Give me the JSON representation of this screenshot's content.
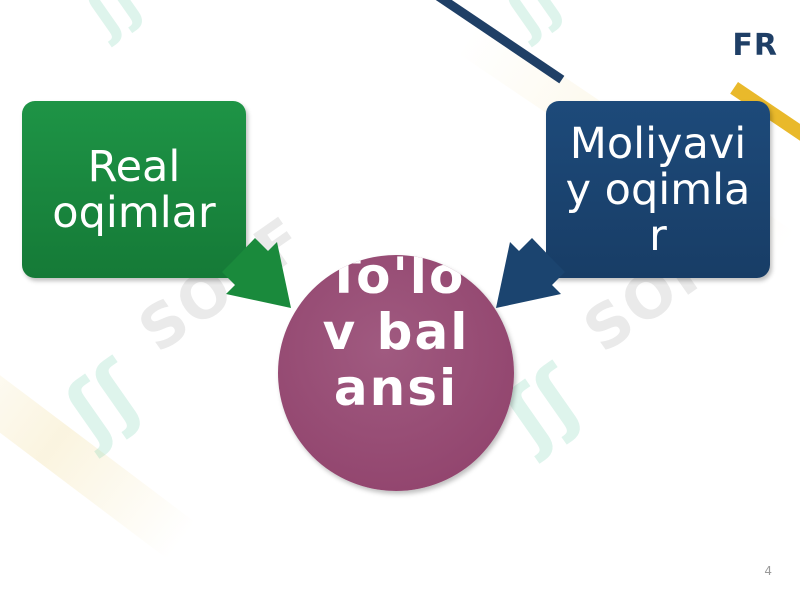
{
  "logo": {
    "text": "FR"
  },
  "diagram": {
    "left_box": {
      "label": "Real oqimlar",
      "color": "#188a41"
    },
    "right_box": {
      "label": "Moliyaviy oqimlar",
      "color": "#1b446f"
    },
    "center_circle": {
      "label": "To'lov balansi",
      "color": "#954b74"
    },
    "arrows": [
      {
        "from": "left_box",
        "to": "center_circle",
        "color": "#1a8a3c"
      },
      {
        "from": "right_box",
        "to": "center_circle",
        "color": "#1b446f"
      }
    ]
  },
  "watermark": {
    "text": "SOFF",
    "mark": "ʃʃ"
  },
  "footer": {
    "page_number": "4"
  }
}
